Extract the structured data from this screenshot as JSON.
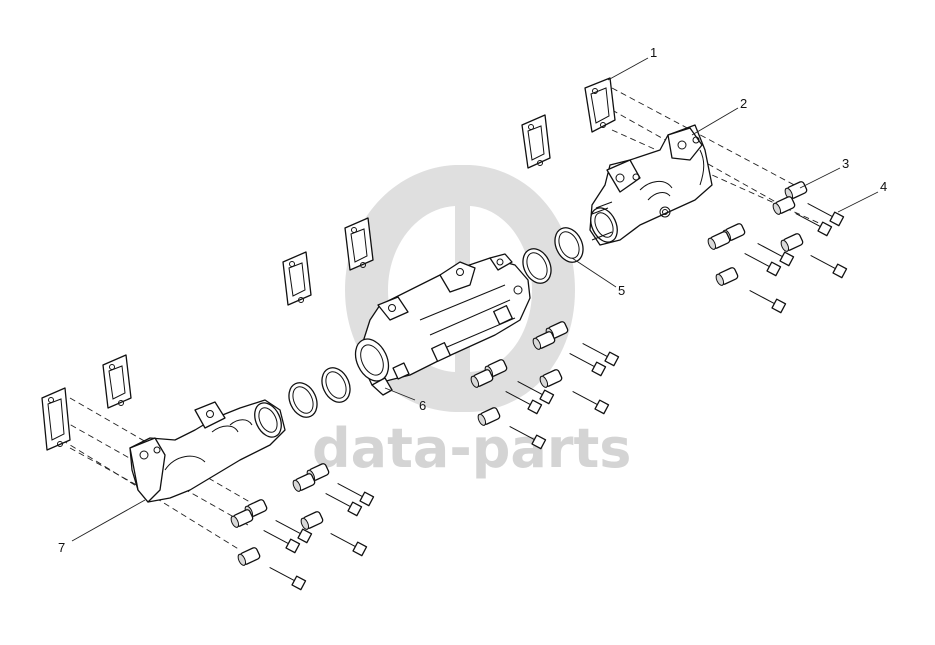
{
  "watermark": {
    "text": "data-parts"
  },
  "callouts": [
    {
      "id": "1",
      "label": "1"
    },
    {
      "id": "2",
      "label": "2"
    },
    {
      "id": "3",
      "label": "3"
    },
    {
      "id": "4",
      "label": "4"
    },
    {
      "id": "5",
      "label": "5"
    },
    {
      "id": "6",
      "label": "6"
    },
    {
      "id": "7",
      "label": "7"
    }
  ],
  "colors": {
    "line": "#111111",
    "watermark": "#d4d4d4",
    "background": "#ffffff"
  }
}
